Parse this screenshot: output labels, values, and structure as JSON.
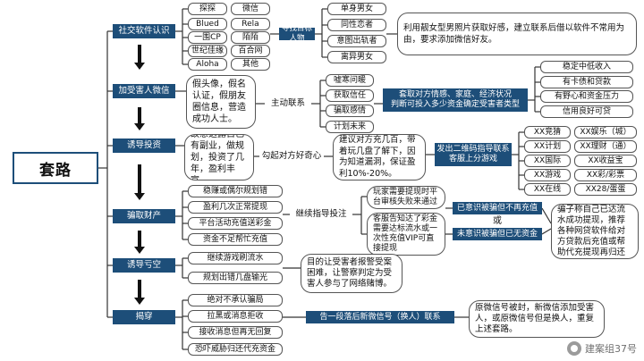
{
  "title": "套路",
  "steps": [
    {
      "label": "社交软件认识"
    },
    {
      "label": "加受害人微信"
    },
    {
      "label": "诱导投资"
    },
    {
      "label": "骗取财产"
    },
    {
      "label": "诱导亏空"
    },
    {
      "label": "揭穿"
    }
  ],
  "apps": [
    "探探",
    "微信",
    "Blued",
    "Rela",
    "一围CP",
    "陌陌",
    "世纪佳缘",
    "百合网",
    "Aloha",
    "其他"
  ],
  "find_target": "寻找目标人物",
  "targets": [
    "单身男女",
    "同性恋者",
    "意图出轨者",
    "离异男女"
  ],
  "step1_note": "利用靓女型男照片获取好感，建立联系后借以软件不常用为由，要求添加微信好友。",
  "fake_identity": "假头像，假名认证，假朋友圈信息，营造成功人士。",
  "active_contact": "主动联系",
  "contact_methods": [
    "嘘寒问暖",
    "获取信任",
    "骗取感情",
    "计划未来"
  ],
  "probe_text": "套取对方情感、家庭、经济状况\n判断可投入多少资金确定受害者类型",
  "victim_types": [
    "稳定中低收入",
    "有卡债和贷款",
    "有野心和资金压力",
    "信用良好可贷"
  ],
  "step3_story": "故意透露自己有副业，做规划，投资了几年，盈利丰富。",
  "arouse": "勾起对方好奇心",
  "step3_suggest": "建议对方充几百，带着玩几盘了解下，因为知道漏洞，保证盈利10%-20%。",
  "qr_text": "发出二维码指导联系客服上分游戏",
  "platforms_left": [
    "XX竞猜",
    "XX计划",
    "XX国际",
    "XX游戏",
    "XX在线"
  ],
  "platforms_right": [
    "XX娱乐（城）",
    "XX理财（通）",
    "XX收益宝",
    "XX彩/彩票",
    "XX28/蛋蛋"
  ],
  "step4_items": [
    "稳赚或偶尔规划错",
    "盈利几次正常提现",
    "平台活动充值送彩金",
    "资金不足帮忙充值"
  ],
  "keep_guiding": "继续指导投注",
  "withdraw_fail": "玩家需要提现时平台审核失败来通过",
  "service_says": "客服告知达了彩金需要达标流水或一次性充值VIP可直接提现",
  "aware_branch": "已意识被骗但不再充值",
  "or_text": "或",
  "unaware_branch": "未意识被骗但已无资金",
  "step4_note": "骗子称自己已达流水成功提现，推荐各种网贷软件给对方贷款后充值或帮助代充提现再归还",
  "step5_items": [
    "继续游戏刷流水",
    "规划出错几盘输光"
  ],
  "step5_note": "目的让受害者报警受案困难，让警察判定为受害人参与了网络赌博。",
  "step6_items": [
    "绝对不承认骗局",
    "拉黑或消息拒收",
    "接收消息但再无回复",
    "恐吓威胁归还代充资金"
  ],
  "new_wechat": "告一段落后新微信号（换人）联系",
  "step6_note": "原微信号被封，新微信添加受害人，或原微信号但是换人，重复上述套路。",
  "watermark": "建案组37号"
}
